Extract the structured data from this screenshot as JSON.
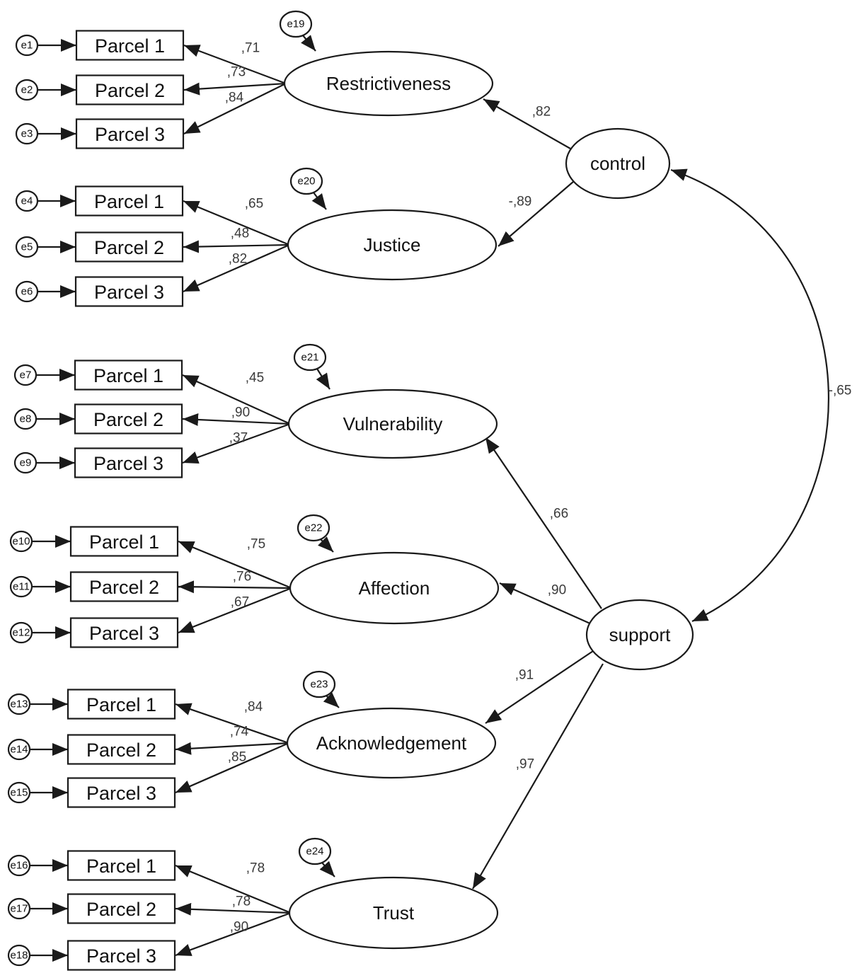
{
  "parcel_labels": [
    "Parcel 1",
    "Parcel 2",
    "Parcel 3"
  ],
  "first_order_factors": [
    {
      "name": "Restrictiveness",
      "residual": "e19",
      "errors": [
        "e1",
        "e2",
        "e3"
      ],
      "loadings": [
        ",71",
        ",73",
        ",84"
      ]
    },
    {
      "name": "Justice",
      "residual": "e20",
      "errors": [
        "e4",
        "e5",
        "e6"
      ],
      "loadings": [
        ",65",
        ",48",
        ",82"
      ]
    },
    {
      "name": "Vulnerability",
      "residual": "e21",
      "errors": [
        "e7",
        "e8",
        "e9"
      ],
      "loadings": [
        ",45",
        ",90",
        ",37"
      ]
    },
    {
      "name": "Affection",
      "residual": "e22",
      "errors": [
        "e10",
        "e11",
        "e12"
      ],
      "loadings": [
        ",75",
        ",76",
        ",67"
      ]
    },
    {
      "name": "Acknowledgement",
      "residual": "e23",
      "errors": [
        "e13",
        "e14",
        "e15"
      ],
      "loadings": [
        ",84",
        ",74",
        ",85"
      ]
    },
    {
      "name": "Trust",
      "residual": "e24",
      "errors": [
        "e16",
        "e17",
        "e18"
      ],
      "loadings": [
        ",78",
        ",78",
        ",90"
      ]
    }
  ],
  "second_order_factors": [
    {
      "name": "control",
      "loadings": [
        ",82",
        "-,89"
      ]
    },
    {
      "name": "support",
      "loadings": [
        ",66",
        ",90",
        ",91",
        ",97"
      ]
    }
  ],
  "correlation": "-,65",
  "colors": {
    "stroke": "#1a1a1a",
    "text": "#111111",
    "coefficient_text": "#3a3a3a",
    "background": "#ffffff"
  }
}
